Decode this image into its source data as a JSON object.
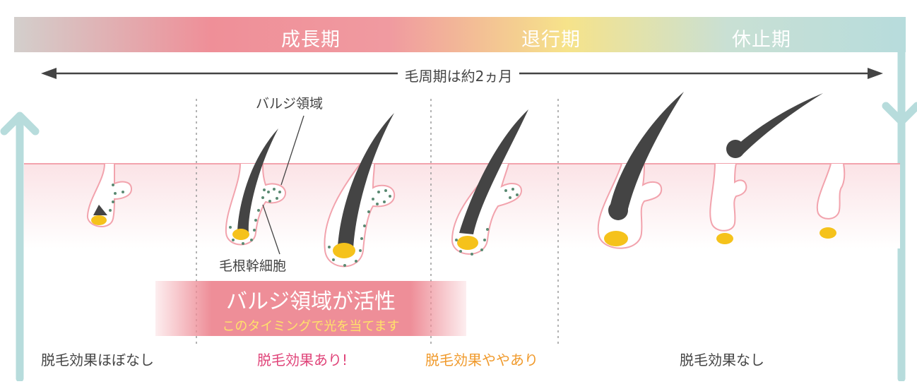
{
  "phases": {
    "anagen": "成長期",
    "catagen": "退行期",
    "telogen": "休止期"
  },
  "cycle_label": "毛周期は約2ヵ月",
  "labels": {
    "bulge_region": "バルジ領域",
    "hair_stem_cells": "毛根幹細胞"
  },
  "banner": {
    "title": "バルジ領域が活性",
    "subtitle": "このタイミングで光を当てます"
  },
  "effects": {
    "almost_none": "脱毛効果ほぼなし",
    "yes": "脱毛効果あり!",
    "somewhat": "脱毛効果ややあり",
    "none": "脱毛効果なし"
  },
  "colors": {
    "frame": "#b7dcdc",
    "skin_outline": "#f2a3ad",
    "hair": "#444444",
    "bulb": "#f5c21b",
    "stem_cell_dots": "#5a8a72",
    "effect_yes": "#e0457a",
    "effect_somewhat": "#f09a2c",
    "effect_neutral": "#444444"
  }
}
